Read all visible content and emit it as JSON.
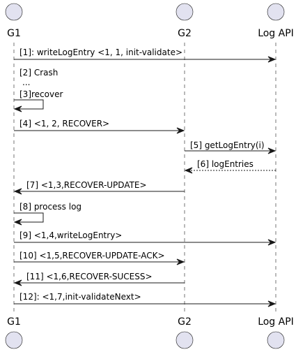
{
  "participants": [
    {
      "id": "G1",
      "label": "G1"
    },
    {
      "id": "G2",
      "label": "G2"
    },
    {
      "id": "LogAPI",
      "label": "Log API"
    }
  ],
  "messages": [
    {
      "from": "G1",
      "to": "LogAPI",
      "label": "[1]: writeLogEntry <1, 1, init-validate>",
      "style": "solid"
    },
    {
      "from": "G1",
      "to": "G1",
      "label": "[2]  Crash",
      "style": "note"
    },
    {
      "from": "G1",
      "to": "G1",
      "label": "...",
      "style": "note"
    },
    {
      "from": "G1",
      "to": "G1",
      "label": "[3]recover",
      "style": "self"
    },
    {
      "from": "G1",
      "to": "G2",
      "label": "[4] <1, 2, RECOVER>",
      "style": "solid"
    },
    {
      "from": "G2",
      "to": "LogAPI",
      "label": "[5] getLogEntry(i)",
      "style": "solid"
    },
    {
      "from": "LogAPI",
      "to": "G2",
      "label": "[6] logEntries",
      "style": "dashed"
    },
    {
      "from": "G2",
      "to": "G1",
      "label": "[7] <1,3,RECOVER-UPDATE>",
      "style": "solid"
    },
    {
      "from": "G1",
      "to": "G1",
      "label": "[8] process log",
      "style": "self"
    },
    {
      "from": "G1",
      "to": "LogAPI",
      "label": "[9] <1,4,writeLogEntry>",
      "style": "solid"
    },
    {
      "from": "G1",
      "to": "G2",
      "label": "[10] <1,5,RECOVER-UPDATE-ACK>",
      "style": "solid"
    },
    {
      "from": "G2",
      "to": "G1",
      "label": "[11] <1,6,RECOVER-SUCESS>",
      "style": "solid"
    },
    {
      "from": "G1",
      "to": "LogAPI",
      "label": "[12]: <1,7,init-validateNext>",
      "style": "solid"
    }
  ]
}
